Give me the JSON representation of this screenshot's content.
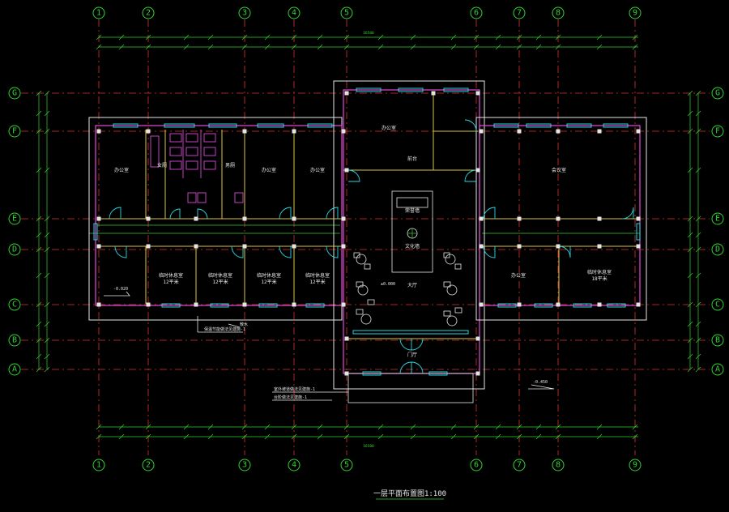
{
  "drawing_title": "一层平面布置图1:100",
  "axes_vertical": [
    "1",
    "2",
    "3",
    "4",
    "5",
    "6",
    "7",
    "8",
    "9"
  ],
  "axes_horizontal": [
    "G",
    "F",
    "E",
    "D",
    "C",
    "B",
    "A"
  ],
  "total_dimension": "16500",
  "rooms": {
    "office_left": "办公室",
    "womens_wc": "女厕",
    "mens_wc": "男厕",
    "office_3": "办公室",
    "office_4": "办公室",
    "office_top": "办公室",
    "conference": "会议室",
    "office_right": "办公室",
    "rest_1": "临时休息室\n12平米",
    "rest_2": "临时休息室\n12平米",
    "rest_3": "临时休息室\n12平米",
    "rest_4": "临时休息室\n12平米",
    "rest_big": "临时休息室\n18平米",
    "lobby": "大厅",
    "vestibule": "门厅",
    "gallery_1": "荣誉墙",
    "gallery_2": "文化墙",
    "reception": "前台"
  },
  "level_marks": {
    "left": "-0.020",
    "lobby": "±0.000",
    "bottom_right": "-0.450"
  },
  "annotations": {
    "note_1": "保温节能做法见建施-1",
    "note_2": "散水",
    "note_3": "室外坡道做法见建施-1",
    "note_4": "台阶做法见建施-1"
  }
}
